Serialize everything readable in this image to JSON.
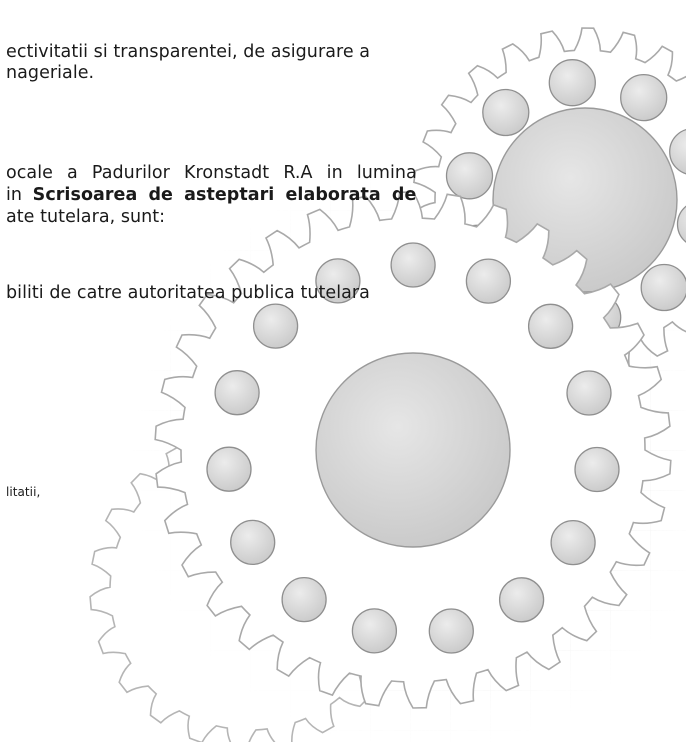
{
  "document": {
    "paragraph_1": {
      "line_1": "ectivitatii si transparentei, de asigurare a",
      "line_2": "nageriale."
    },
    "paragraph_2": {
      "line_1": "ocale a Padurilor Kronstadt R.A in lumina",
      "line_2_prefix": " in ",
      "line_2_bold": "Scrisoarea de asteptari elaborata de",
      "line_3": "ate tutelara, sunt:"
    },
    "paragraph_3": {
      "line_1": "biliti de catre autoritatea publica tutelara"
    },
    "small_note": "litatii,"
  },
  "decoration": {
    "gear_outline_color": "#a9a9a9",
    "gear_fill_color": "#ffffff",
    "hole_fill_color": "#d4d4d4",
    "hub_fill_color": "#d2d2d2"
  }
}
